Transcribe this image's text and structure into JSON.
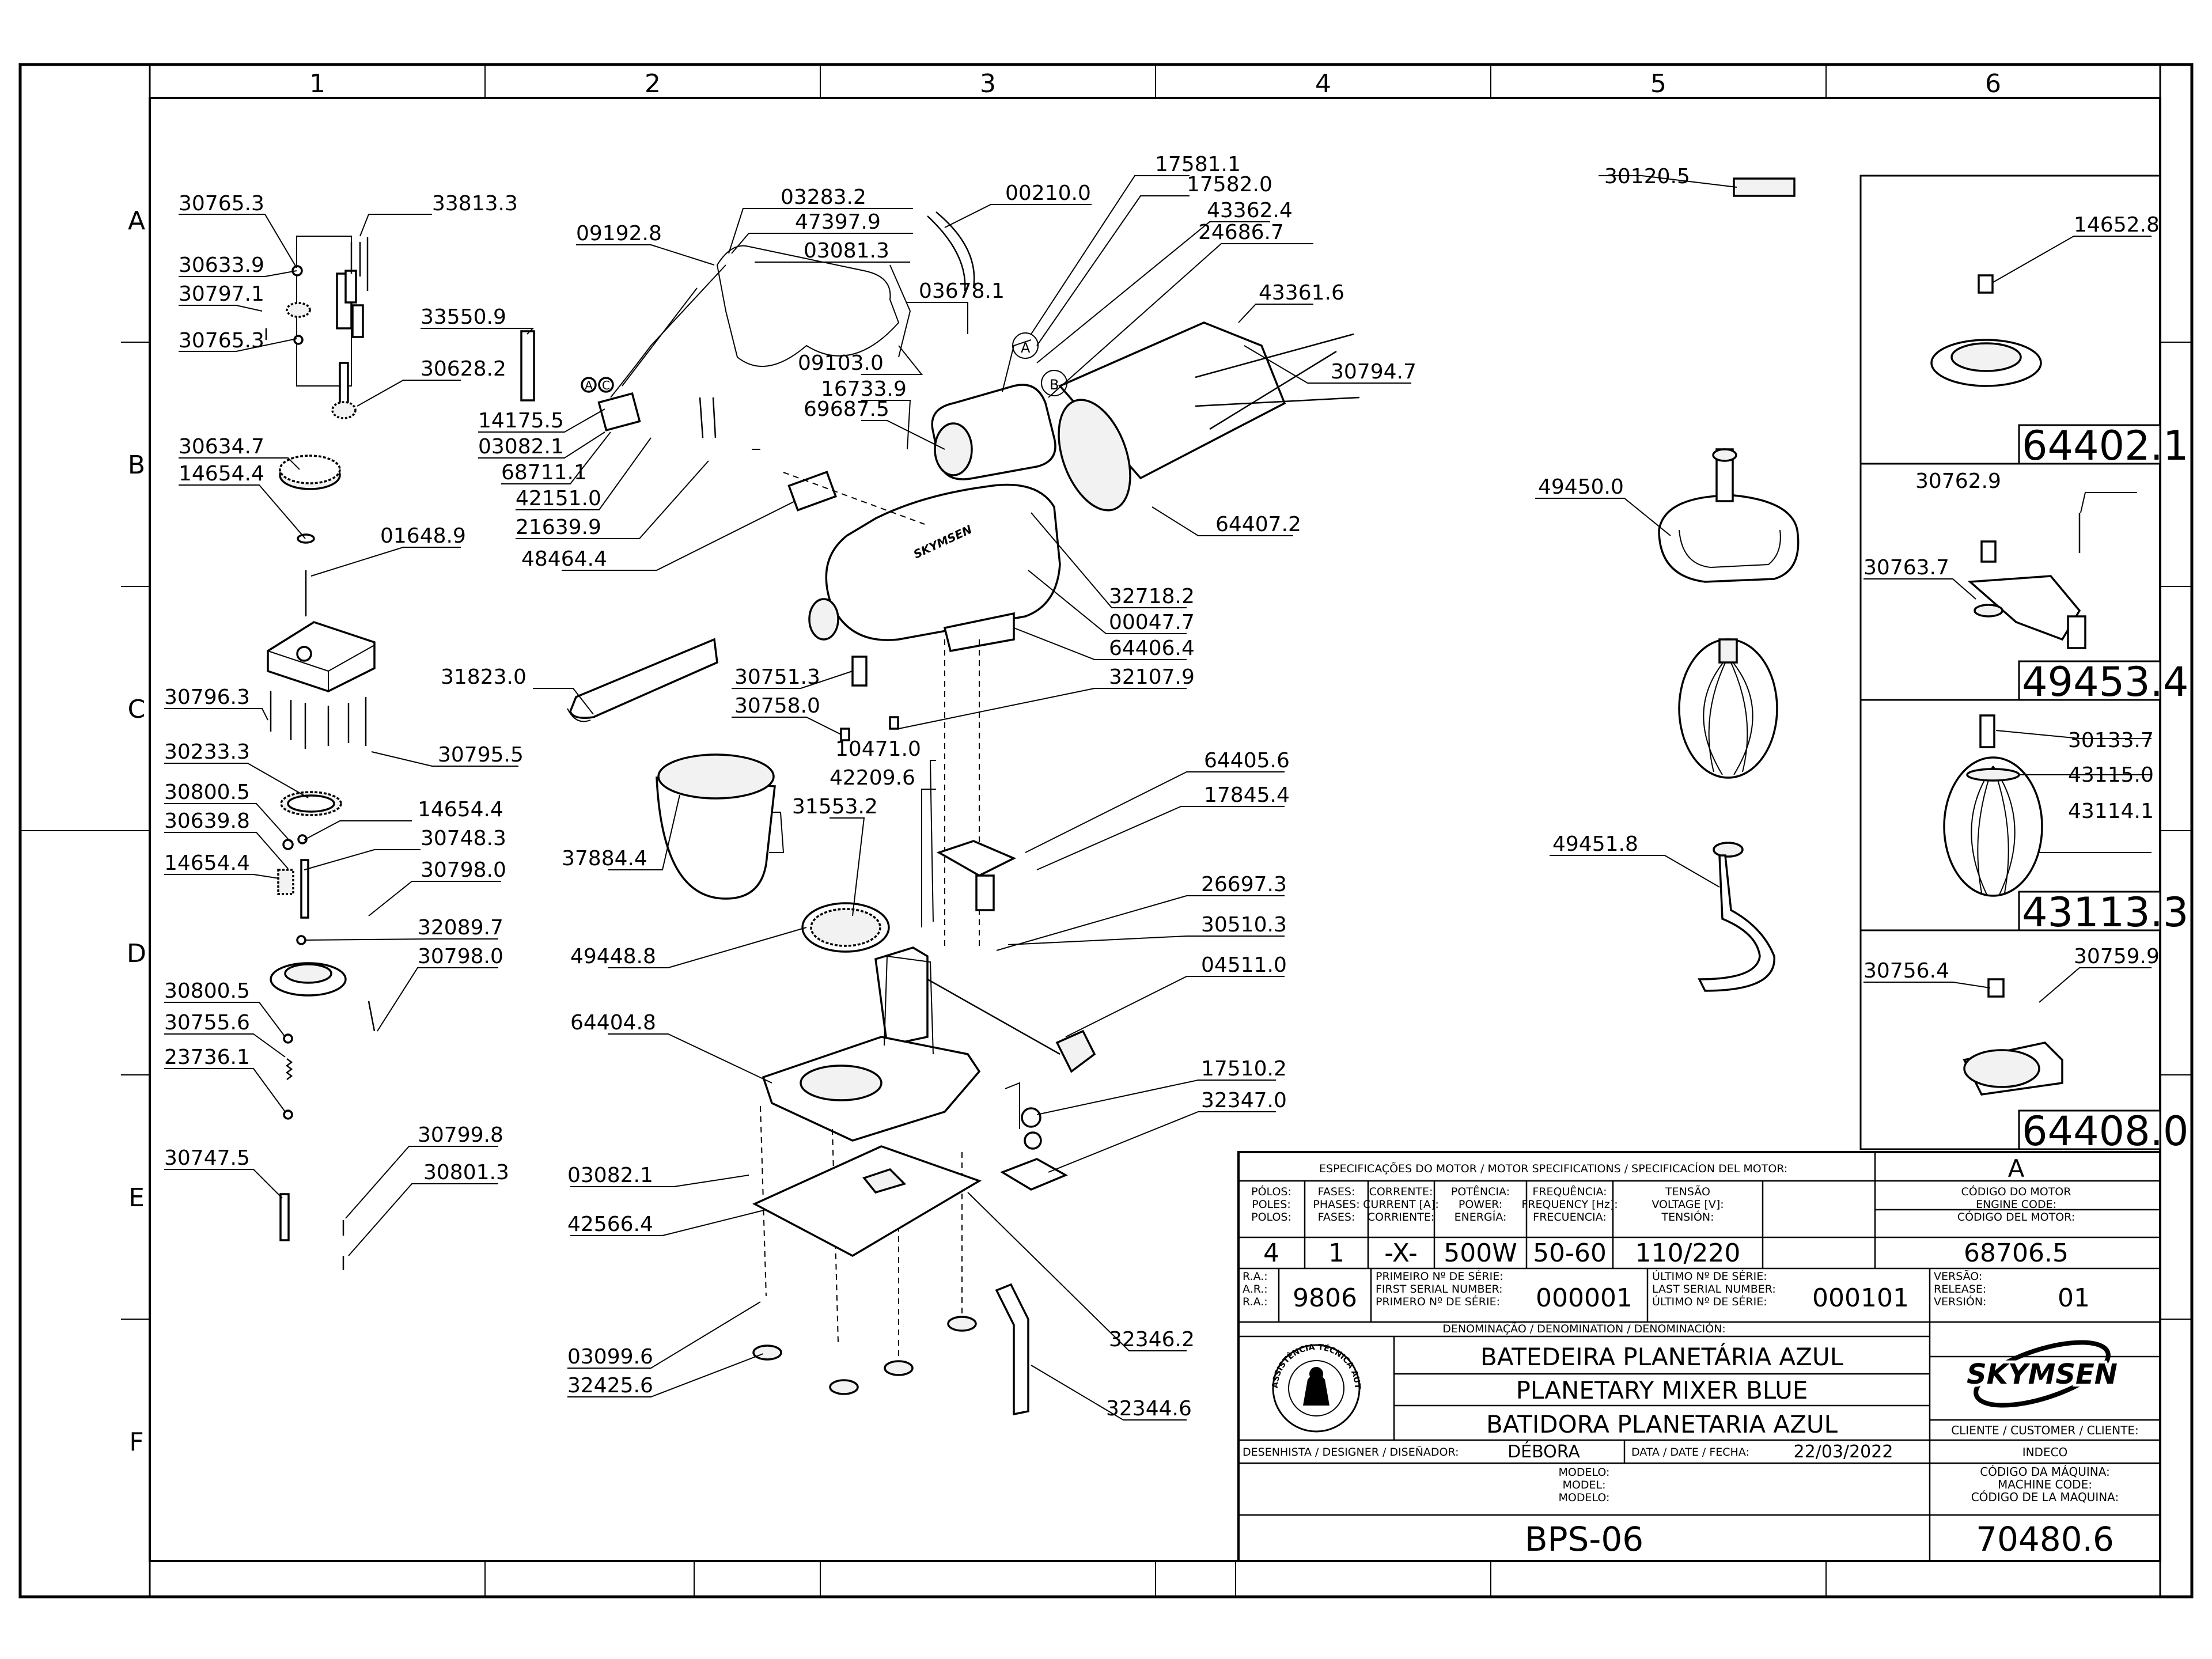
{
  "grid": {
    "columns": [
      "1",
      "2",
      "3",
      "4",
      "5",
      "6"
    ],
    "rows": [
      "A",
      "B",
      "C",
      "D",
      "E",
      "F"
    ]
  },
  "labels": [
    {
      "id": "l1",
      "text": "30765.3"
    },
    {
      "id": "l2",
      "text": "33813.3"
    },
    {
      "id": "l3",
      "text": "30633.9"
    },
    {
      "id": "l4",
      "text": "30797.1"
    },
    {
      "id": "l5",
      "text": "30765.3"
    },
    {
      "id": "l6",
      "text": "33550.9"
    },
    {
      "id": "l7",
      "text": "30628.2"
    },
    {
      "id": "l8",
      "text": "30634.7"
    },
    {
      "id": "l9",
      "text": "14654.4"
    },
    {
      "id": "l10",
      "text": "01648.9"
    },
    {
      "id": "l11",
      "text": "30796.3"
    },
    {
      "id": "l12",
      "text": "30795.5"
    },
    {
      "id": "l13",
      "text": "30233.3"
    },
    {
      "id": "l14",
      "text": "30800.5"
    },
    {
      "id": "l15",
      "text": "14654.4"
    },
    {
      "id": "l16",
      "text": "30639.8"
    },
    {
      "id": "l17",
      "text": "30748.3"
    },
    {
      "id": "l18",
      "text": "14654.4"
    },
    {
      "id": "l19",
      "text": "30798.0"
    },
    {
      "id": "l20",
      "text": "32089.7"
    },
    {
      "id": "l21",
      "text": "30798.0"
    },
    {
      "id": "l22",
      "text": "30800.5"
    },
    {
      "id": "l23",
      "text": "30755.6"
    },
    {
      "id": "l24",
      "text": "23736.1"
    },
    {
      "id": "l25",
      "text": "30799.8"
    },
    {
      "id": "l26",
      "text": "30747.5"
    },
    {
      "id": "l27",
      "text": "30801.3"
    },
    {
      "id": "l28",
      "text": "09192.8"
    },
    {
      "id": "l29",
      "text": "03283.2"
    },
    {
      "id": "l30",
      "text": "47397.9"
    },
    {
      "id": "l31",
      "text": "03081.3"
    },
    {
      "id": "l32",
      "text": "00210.0"
    },
    {
      "id": "l33",
      "text": "03678.1"
    },
    {
      "id": "l34",
      "text": "09103.0"
    },
    {
      "id": "l35",
      "text": "16733.9"
    },
    {
      "id": "l36",
      "text": "69687.5"
    },
    {
      "id": "l37",
      "text": "14175.5"
    },
    {
      "id": "l38",
      "text": "03082.1"
    },
    {
      "id": "l39",
      "text": "68711.1"
    },
    {
      "id": "l40",
      "text": "42151.0"
    },
    {
      "id": "l41",
      "text": "21639.9"
    },
    {
      "id": "l42",
      "text": "48464.4"
    },
    {
      "id": "l43",
      "text": "17581.1"
    },
    {
      "id": "l44",
      "text": "17582.0"
    },
    {
      "id": "l45",
      "text": "43362.4"
    },
    {
      "id": "l46",
      "text": "24686.7"
    },
    {
      "id": "l47",
      "text": "43361.6"
    },
    {
      "id": "l48",
      "text": "30794.7"
    },
    {
      "id": "l49",
      "text": "64407.2"
    },
    {
      "id": "l50",
      "text": "32718.2"
    },
    {
      "id": "l51",
      "text": "00047.7"
    },
    {
      "id": "l52",
      "text": "64406.4"
    },
    {
      "id": "l53",
      "text": "32107.9"
    },
    {
      "id": "l54",
      "text": "31823.0"
    },
    {
      "id": "l55",
      "text": "30751.3"
    },
    {
      "id": "l56",
      "text": "30758.0"
    },
    {
      "id": "l57",
      "text": "10471.0"
    },
    {
      "id": "l58",
      "text": "42209.6"
    },
    {
      "id": "l59",
      "text": "31553.2"
    },
    {
      "id": "l60",
      "text": "64405.6"
    },
    {
      "id": "l61",
      "text": "17845.4"
    },
    {
      "id": "l62",
      "text": "37884.4"
    },
    {
      "id": "l63",
      "text": "26697.3"
    },
    {
      "id": "l64",
      "text": "30510.3"
    },
    {
      "id": "l65",
      "text": "49448.8"
    },
    {
      "id": "l66",
      "text": "04511.0"
    },
    {
      "id": "l67",
      "text": "64404.8"
    },
    {
      "id": "l68",
      "text": "17510.2"
    },
    {
      "id": "l69",
      "text": "32347.0"
    },
    {
      "id": "l70",
      "text": "03082.1"
    },
    {
      "id": "l71",
      "text": "42566.4"
    },
    {
      "id": "l72",
      "text": "32346.2"
    },
    {
      "id": "l73",
      "text": "03099.6"
    },
    {
      "id": "l74",
      "text": "32425.6"
    },
    {
      "id": "l75",
      "text": "32344.6"
    },
    {
      "id": "l76",
      "text": "30120.5"
    },
    {
      "id": "l77",
      "text": "49450.0"
    },
    {
      "id": "l78",
      "text": "49451.8"
    },
    {
      "id": "l79",
      "text": "14652.8"
    },
    {
      "id": "l80",
      "text": "30762.9"
    },
    {
      "id": "l81",
      "text": "30763.7"
    },
    {
      "id": "l82",
      "text": "30133.7"
    },
    {
      "id": "l83",
      "text": "43115.0"
    },
    {
      "id": "l84",
      "text": "43114.1"
    },
    {
      "id": "l85",
      "text": "30756.4"
    },
    {
      "id": "l86",
      "text": "30759.9"
    }
  ],
  "callout_letters": [
    "A",
    "B"
  ],
  "harness_markers": [
    "A",
    "C"
  ],
  "brand_on_head": "SKYMSEN",
  "kits": [
    "64402.1",
    "49453.4",
    "43113.3",
    "64408.0"
  ],
  "title_block": {
    "motor_spec_header": "ESPECIFICAÇÕES DO MOTOR / MOTOR SPECIFICATIONS / SPECIFICACÍON DEL MOTOR:",
    "version_letter": "A",
    "columns": [
      {
        "label": "PÓLOS:\nPOLES:\nPOLOS:",
        "value": "4"
      },
      {
        "label": "FASES:\nPHASES:\nFASES:",
        "value": "1"
      },
      {
        "label": "CORRENTE:\nCURRENT [A]:\nCORRIENTE:",
        "value": "-X-"
      },
      {
        "label": "POTÊNCIA:\nPOWER:\nENERGÍA:",
        "value": "500W"
      },
      {
        "label": "FREQUÊNCIA:\nFREQUENCY [Hz]:\nFRECUENCIA:",
        "value": "50-60"
      },
      {
        "label": "TENSÃO\nVOLTAGE [V]:\nTENSIÓN:",
        "value": "110/220"
      }
    ],
    "engine_code_label": "CÓDIGO DO MOTOR\nENGINE CODE:\nCÓDIGO DEL MOTOR:",
    "engine_code": "68706.5",
    "ra_label": "R.A.:\nA.R.:\nR.A.:",
    "ra_value": "9806",
    "first_serial_label": "PRIMEIRO Nº DE SÉRIE:\nFIRST SERIAL NUMBER:\nPRIMERO Nº DE SÉRIE:",
    "first_serial": "000001",
    "last_serial_label": "ÚLTIMO Nº DE SÉRIE:\nLAST SERIAL NUMBER:\nÚLTIMO Nº DE SÉRIE:",
    "last_serial": "000101",
    "release_label": "VERSÃO:\nRELEASE:\nVERSIÓN:",
    "release": "01",
    "denomination_label": "DENOMINAÇÃO / DENOMINATION / DENOMINACIÓN:",
    "names": [
      "BATEDEIRA PLANETÁRIA AZUL",
      "PLANETARY MIXER BLUE",
      "BATIDORA PLANETARIA AZUL"
    ],
    "brand": "SKYMSEN",
    "seal_text": "ASSISTÊNCIA TÉCNICA AUTORIZADA",
    "client_label": "CLIENTE / CUSTOMER / CLIENTE:",
    "client": "INDECO",
    "designer_label": "DESENHISTA / DESIGNER / DISEÑADOR:",
    "designer": "DÉBORA",
    "date_label": "DATA / DATE / FECHA:",
    "date": "22/03/2022",
    "model_label": "MODELO:\nMODEL:\nMODELO:",
    "model": "BPS-06",
    "machine_code_label": "CÓDIGO DA MÁQUINA:\nMACHINE CODE:\nCÓDIGO DE LA MAQUINA:",
    "machine_code": "70480.6"
  }
}
